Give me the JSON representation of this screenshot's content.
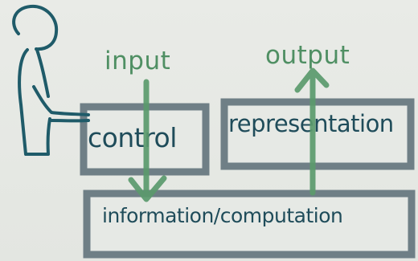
{
  "diagram": {
    "labels": {
      "input": "input",
      "output": "output",
      "control": "control",
      "representation": "representation",
      "information_computation": "information/computation"
    },
    "colors": {
      "paper": "#e6e8e4",
      "box_border": "#6f7f86",
      "box_fill": "#e6e9e5",
      "ink_teal": "#1f4c5a",
      "ink_green": "#4f8f63"
    },
    "icons": {
      "user": "person-icon",
      "input_arrow": "down-arrow-icon",
      "output_arrow": "up-arrow-icon"
    }
  }
}
